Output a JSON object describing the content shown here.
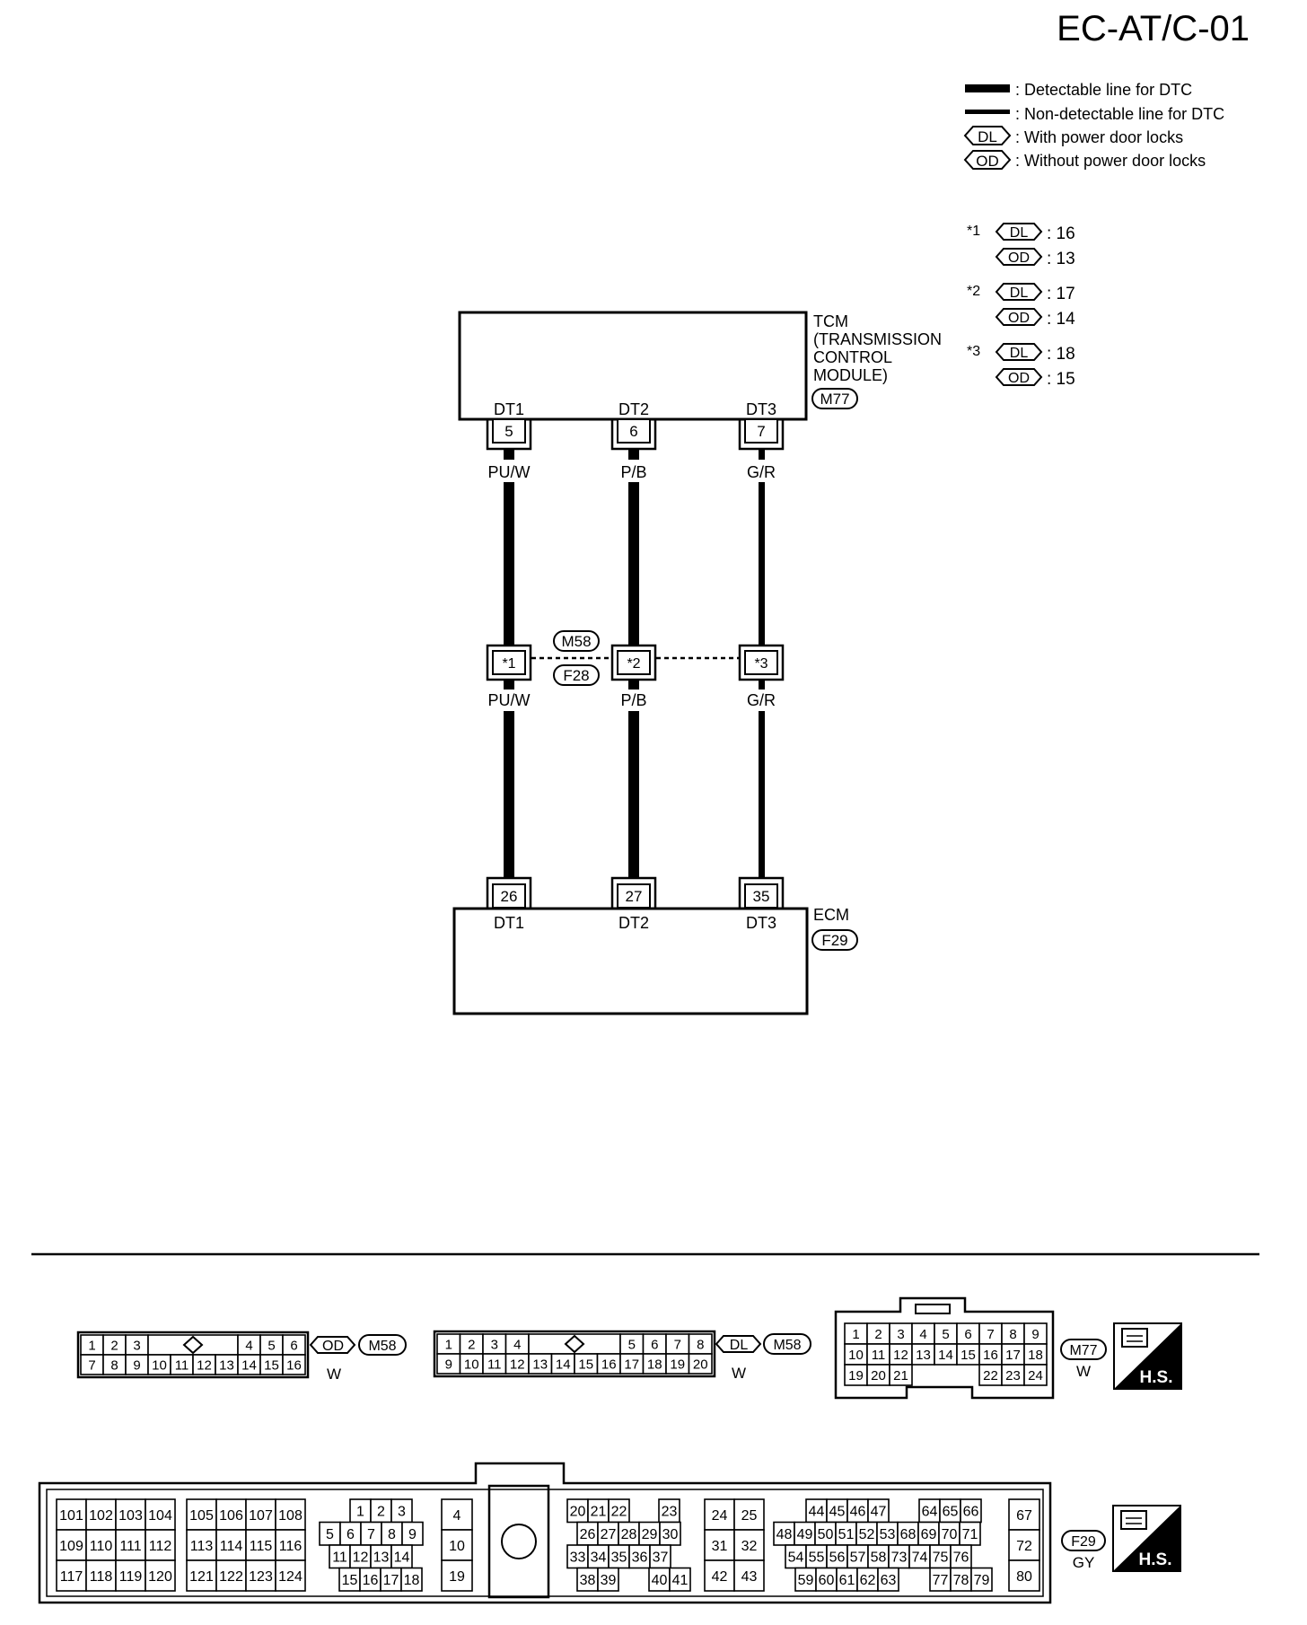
{
  "title": "EC-AT/C-01",
  "legend": [
    {
      "kind": "thick-line",
      "text": ": Detectable line for DTC"
    },
    {
      "kind": "thin-line",
      "text": ": Non-detectable line for DTC"
    },
    {
      "kind": "tag",
      "tag": "DL",
      "text": ": With power door locks"
    },
    {
      "kind": "tag",
      "tag": "OD",
      "text": ": Without power door locks"
    }
  ],
  "notes": [
    {
      "mark": "*1",
      "rows": [
        {
          "tag": "DL",
          "value": ": 16"
        },
        {
          "tag": "OD",
          "value": ": 13"
        }
      ]
    },
    {
      "mark": "*2",
      "rows": [
        {
          "tag": "DL",
          "value": ": 17"
        },
        {
          "tag": "OD",
          "value": ": 14"
        }
      ]
    },
    {
      "mark": "*3",
      "rows": [
        {
          "tag": "DL",
          "value": ": 18"
        },
        {
          "tag": "OD",
          "value": ": 15"
        }
      ]
    }
  ],
  "tcm": {
    "label_lines": [
      "TCM",
      "(TRANSMISSION",
      "CONTROL",
      "MODULE)"
    ],
    "connector": "M77",
    "terminals": [
      {
        "name": "DT1",
        "pin": "5"
      },
      {
        "name": "DT2",
        "pin": "6"
      },
      {
        "name": "DT3",
        "pin": "7"
      }
    ]
  },
  "wires_upper": [
    "PU/W",
    "P/B",
    "G/R"
  ],
  "junction": {
    "connectors": [
      "M58",
      "F28"
    ],
    "pins": [
      "*1",
      "*2",
      "*3"
    ]
  },
  "wires_lower": [
    "PU/W",
    "P/B",
    "G/R"
  ],
  "ecm": {
    "label": "ECM",
    "connector": "F29",
    "terminals": [
      {
        "name": "DT1",
        "pin": "26"
      },
      {
        "name": "DT2",
        "pin": "27"
      },
      {
        "name": "DT3",
        "pin": "35"
      }
    ]
  },
  "connector_views": {
    "m58_od": {
      "tag": "OD",
      "connector": "M58",
      "color": "W",
      "row1_left": [
        "1",
        "2",
        "3"
      ],
      "row1_right": [
        "4",
        "5",
        "6"
      ],
      "row2": [
        "7",
        "8",
        "9",
        "10",
        "11",
        "12",
        "13",
        "14",
        "15",
        "16"
      ]
    },
    "m58_dl": {
      "tag": "DL",
      "connector": "M58",
      "color": "W",
      "row1_left": [
        "1",
        "2",
        "3",
        "4"
      ],
      "row1_right": [
        "5",
        "6",
        "7",
        "8"
      ],
      "row2": [
        "9",
        "10",
        "11",
        "12",
        "13",
        "14",
        "15",
        "16",
        "17",
        "18",
        "19",
        "20"
      ]
    },
    "m77": {
      "connector": "M77",
      "color": "W",
      "badge": "H.S.",
      "row1": [
        "1",
        "2",
        "3",
        "4",
        "5",
        "6",
        "7",
        "8",
        "9"
      ],
      "row2": [
        "10",
        "11",
        "12",
        "13",
        "14",
        "15",
        "16",
        "17",
        "18"
      ],
      "row3_left": [
        "19",
        "20",
        "21"
      ],
      "row3_right": [
        "22",
        "23",
        "24"
      ]
    },
    "f29": {
      "connector": "F29",
      "color": "GY",
      "badge": "H.S.",
      "block1": [
        [
          "101",
          "102",
          "103",
          "104"
        ],
        [
          "109",
          "110",
          "111",
          "112"
        ],
        [
          "117",
          "118",
          "119",
          "120"
        ]
      ],
      "block2": [
        [
          "105",
          "106",
          "107",
          "108"
        ],
        [
          "113",
          "114",
          "115",
          "116"
        ],
        [
          "121",
          "122",
          "123",
          "124"
        ]
      ],
      "block3": [
        [
          "1",
          "2",
          "3"
        ],
        [
          "5",
          "6",
          "7",
          "8",
          "9"
        ],
        [
          "11",
          "12",
          "13",
          "14"
        ],
        [
          "15",
          "16",
          "17",
          "18"
        ]
      ],
      "block4": [
        "4",
        "10",
        "19"
      ],
      "block5": [
        [
          "20",
          "21",
          "22",
          "23"
        ],
        [
          "26",
          "27",
          "28",
          "29",
          "30"
        ],
        [
          "33",
          "34",
          "35",
          "36",
          "37"
        ],
        [
          "38",
          "39",
          "40",
          "41"
        ]
      ],
      "block6": [
        [
          "24",
          "25"
        ],
        [
          "31",
          "32"
        ],
        [
          "42",
          "43"
        ]
      ],
      "block7": [
        [
          "44",
          "45",
          "46",
          "47",
          "64",
          "65",
          "66"
        ],
        [
          "48",
          "49",
          "50",
          "51",
          "52",
          "53",
          "68",
          "69",
          "70",
          "71"
        ],
        [
          "54",
          "55",
          "56",
          "57",
          "58",
          "73",
          "74",
          "75",
          "76"
        ],
        [
          "59",
          "60",
          "61",
          "62",
          "63",
          "77",
          "78",
          "79"
        ]
      ],
      "block8": [
        "67",
        "72",
        "80"
      ]
    }
  }
}
